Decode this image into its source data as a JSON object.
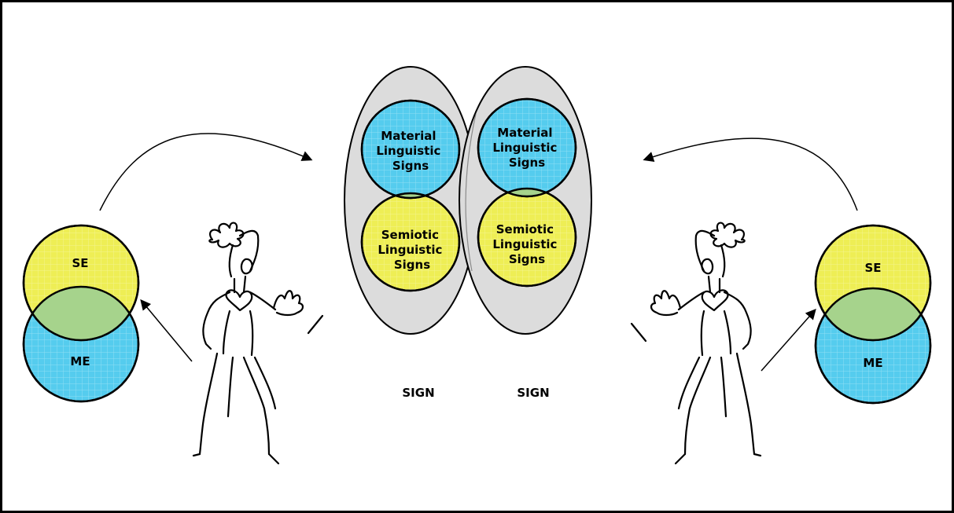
{
  "left_person": {
    "circles": {
      "top": "SE",
      "bottom": "ME"
    }
  },
  "right_person": {
    "circles": {
      "top": "SE",
      "bottom": "ME"
    }
  },
  "signs": {
    "left": {
      "material": [
        "Material",
        "Linguistic",
        "Signs"
      ],
      "semiotic": [
        "Semiotic",
        "Linguistic",
        "Signs"
      ],
      "label": "SIGN"
    },
    "right": {
      "material": [
        "Material",
        "Linguistic",
        "Signs"
      ],
      "semiotic": [
        "Semiotic",
        "Linguistic",
        "Signs"
      ],
      "label": "SIGN"
    }
  },
  "colors": {
    "semiotic_yellow": "#eeee55",
    "material_blue": "#55ccee",
    "overlap_green": "#a6d38c",
    "oval_gray": "#dcdcdc"
  }
}
